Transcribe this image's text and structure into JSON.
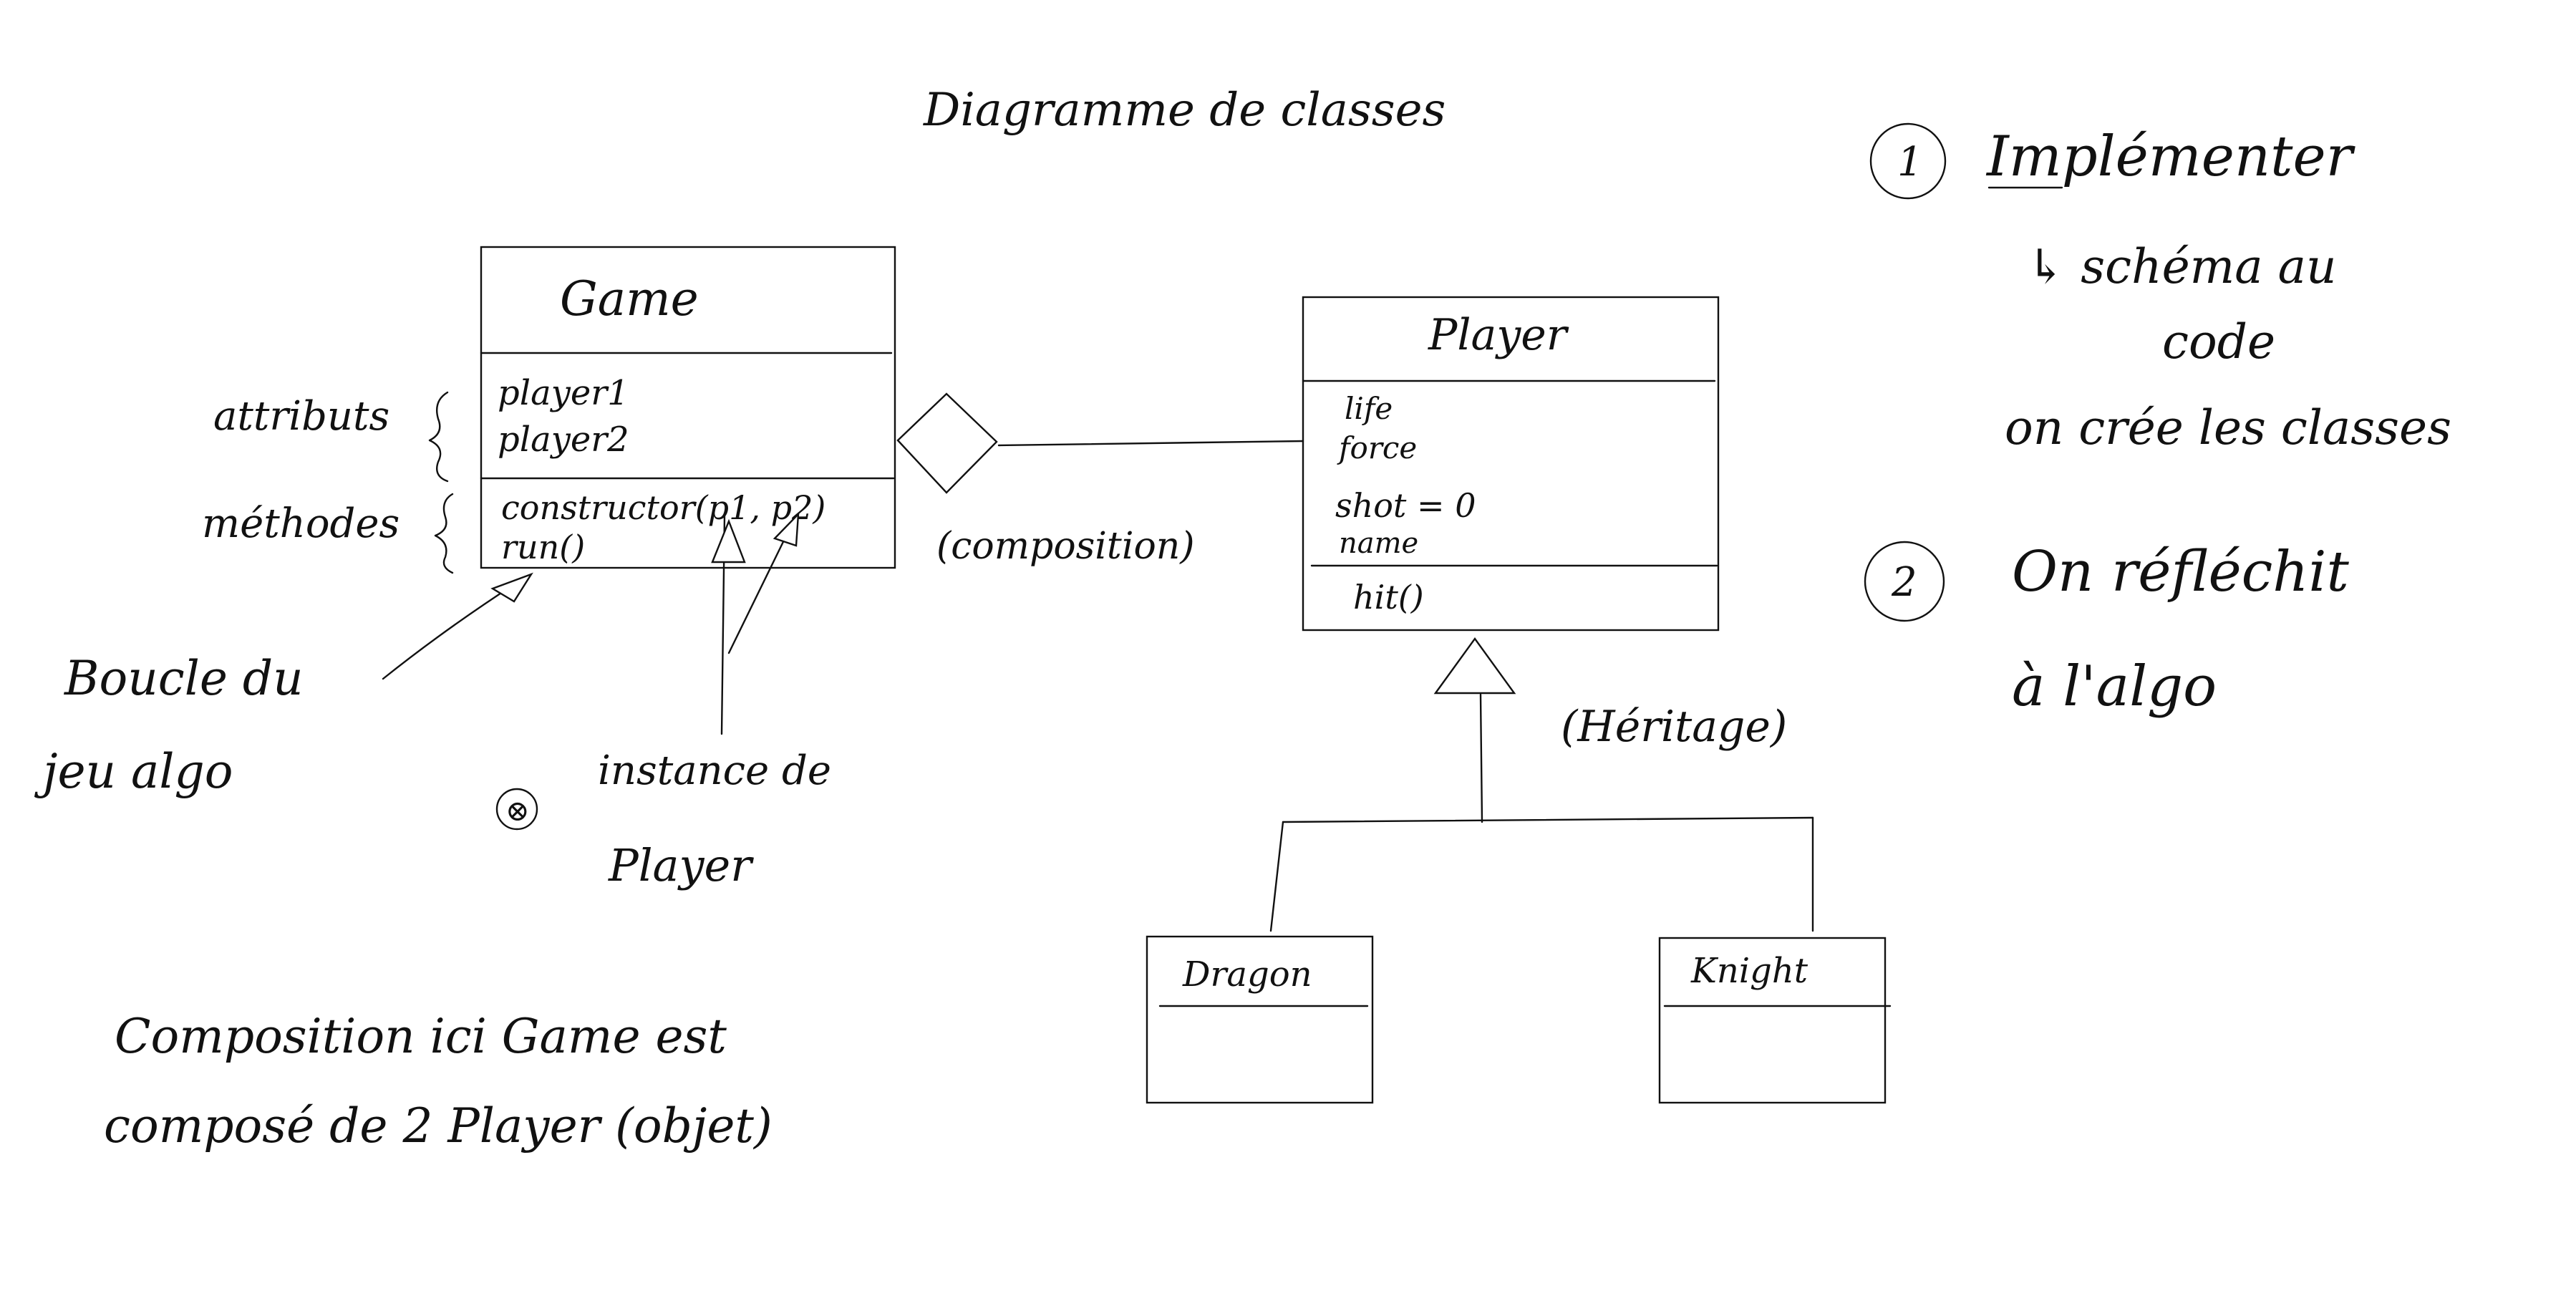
{
  "title": "Diagramme de classes",
  "classes": {
    "game": {
      "name": "Game",
      "attributes": [
        "player1",
        "player2"
      ],
      "methods": [
        "constructor(p1, p2)",
        "run()"
      ]
    },
    "player": {
      "name": "Player",
      "attributes": [
        "life",
        "force",
        "shot = 0",
        "name"
      ],
      "methods": [
        "hit()"
      ]
    },
    "dragon": {
      "name": "Dragon"
    },
    "knight": {
      "name": "Knight"
    }
  },
  "relations": {
    "composition": "(composition)",
    "heritage": "(Héritage)"
  },
  "annotations": {
    "attributs": "attributs",
    "methodes": "méthodes",
    "boucle_line1": "Boucle du",
    "boucle_line2": "jeu algo",
    "instance_marker": "⊗",
    "instance_line1": "instance de",
    "instance_line2": "Player",
    "composition_note_line1": "Composition ici Game est",
    "composition_note_line2": "composé de 2 Player (objet)"
  },
  "steps": {
    "step1_number": "1",
    "step1_line1": "Implémenter",
    "step1_line2": "↳ schéma au",
    "step1_line3": "code",
    "step1_line4": "on crée les classes",
    "step2_number": "2",
    "step2_line1": "On réfléchit",
    "step2_line2": "à l'algo"
  }
}
